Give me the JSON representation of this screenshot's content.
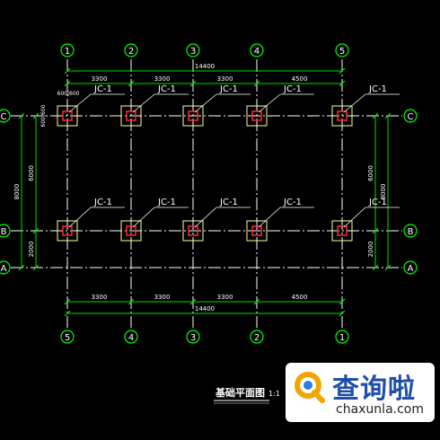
{
  "drawing": {
    "top_axes": [
      "1",
      "2",
      "3",
      "4",
      "5"
    ],
    "bottom_axes": [
      "5",
      "4",
      "3",
      "2",
      "1"
    ],
    "row_axes": [
      "C",
      "B",
      "A"
    ],
    "top_spans": [
      "3300",
      "3300",
      "3300",
      "4500"
    ],
    "top_total": "14400",
    "bottom_spans": [
      "3300",
      "3300",
      "3300",
      "4500"
    ],
    "bottom_total": "14400",
    "left_vertical_dims": [
      "6000",
      "2000"
    ],
    "left_total": "8000",
    "right_vertical_dims": [
      "6000",
      "2000"
    ],
    "right_total": "8000",
    "footing_size": "600|600",
    "footing_size_vertical": "600|600",
    "footing_label": "JC-1",
    "title": "基础平面图",
    "scale": "1:1",
    "colors": {
      "axis_bubble": "#00ff00",
      "dimension": "#00e000",
      "grid": "#ffffff",
      "footing": "#ffffa0",
      "column": "#ff2a2a",
      "label": "#ffffff",
      "title": "#ffffff"
    }
  },
  "watermark": {
    "brand": "查询啦",
    "url": "chaxunla.com",
    "icon": "search-q-icon"
  }
}
